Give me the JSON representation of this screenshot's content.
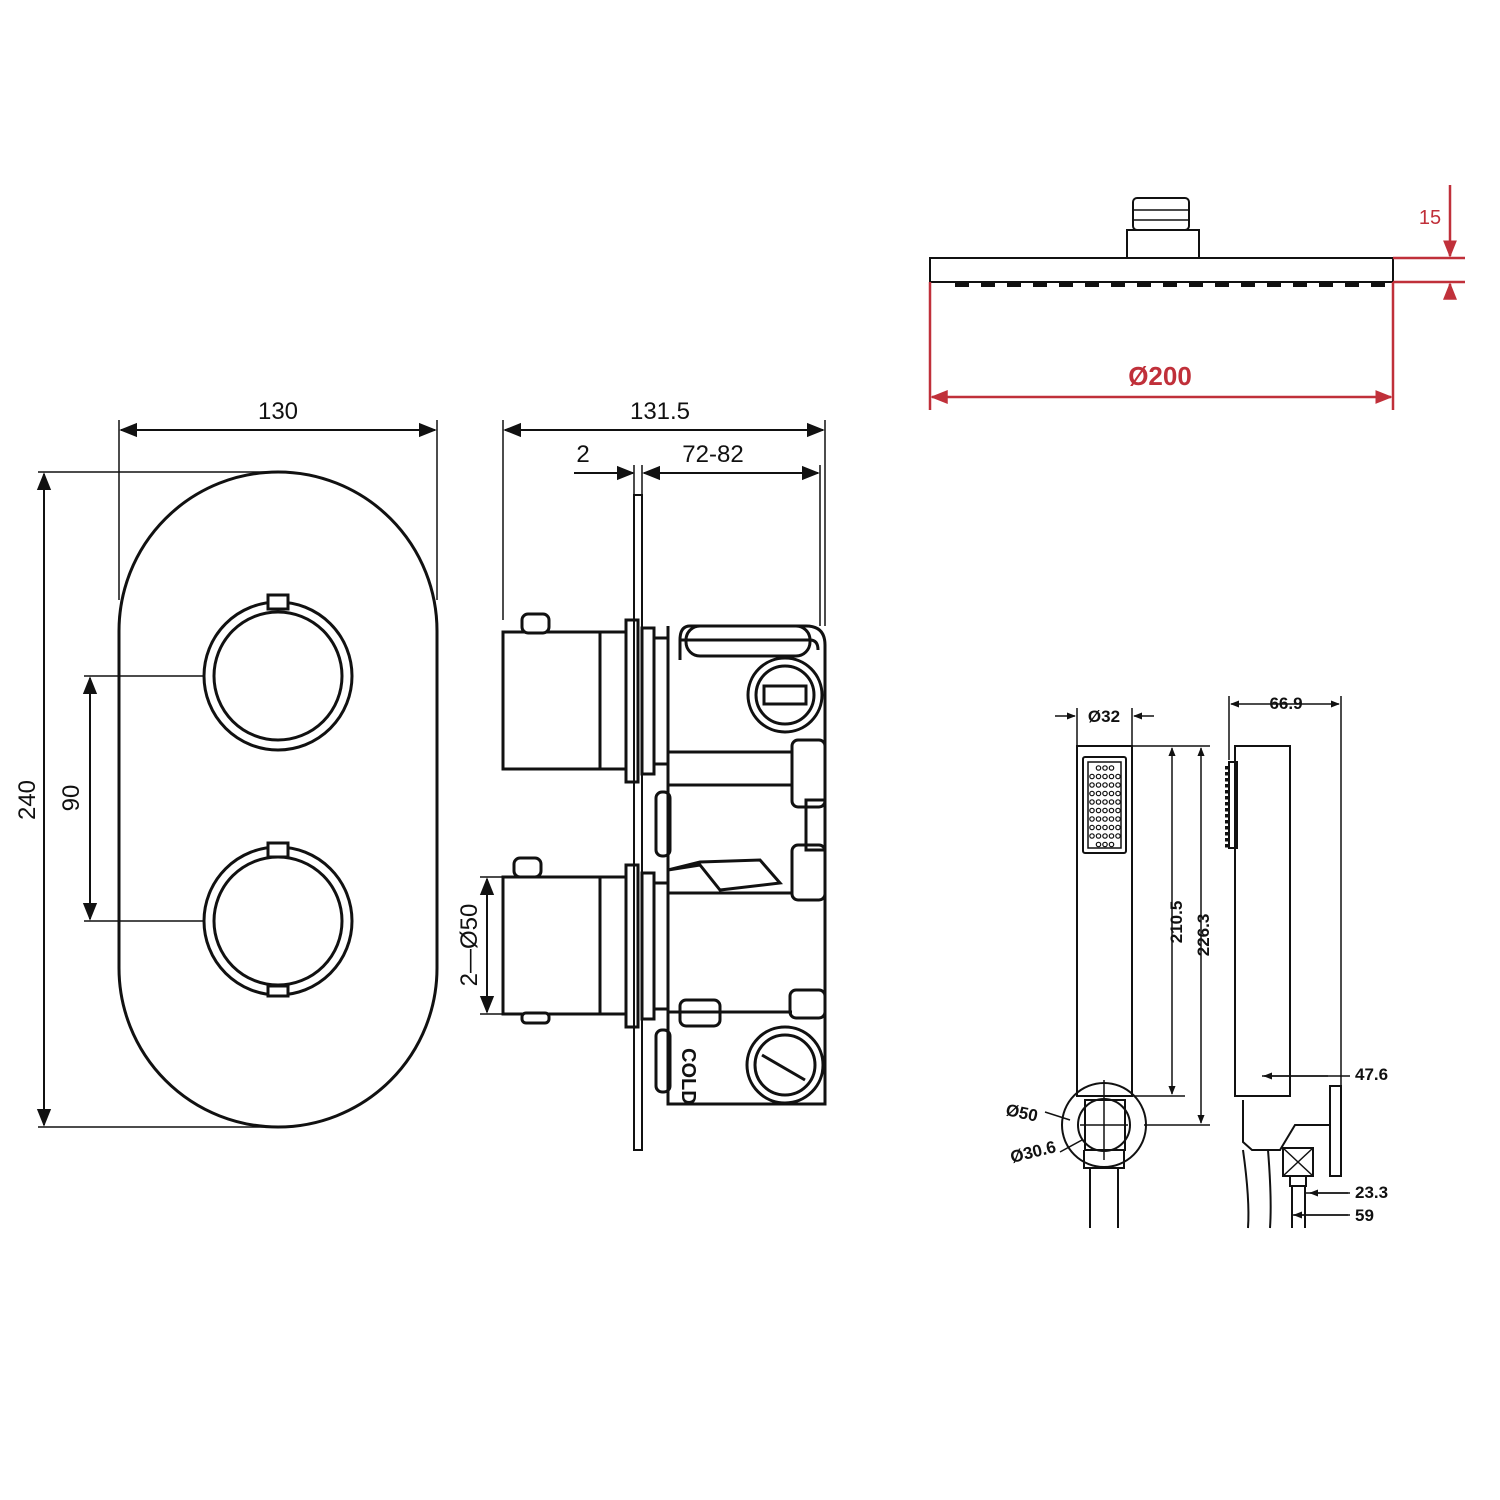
{
  "valve_front": {
    "width_label": "130",
    "height_label": "240",
    "spacing_label": "90"
  },
  "valve_side": {
    "depth_label": "131.5",
    "plate_label": "2",
    "range_label": "72-82",
    "handle_label": "2—Ø50",
    "port_label": "COLD"
  },
  "shower_head": {
    "diameter_label": "Ø200",
    "thickness_label": "15"
  },
  "handset": {
    "diameter_label": "Ø32",
    "length_a_label": "210.5",
    "length_b_label": "226.3",
    "bracket_outer_label": "Ø50",
    "bracket_inner_label": "Ø30.6",
    "side_width_label": "66.9",
    "bracket_offset_label": "47.6",
    "outlet_a_label": "23.3",
    "outlet_b_label": "59"
  },
  "colors": {
    "line": "#111111",
    "highlight": "#c0303a"
  }
}
